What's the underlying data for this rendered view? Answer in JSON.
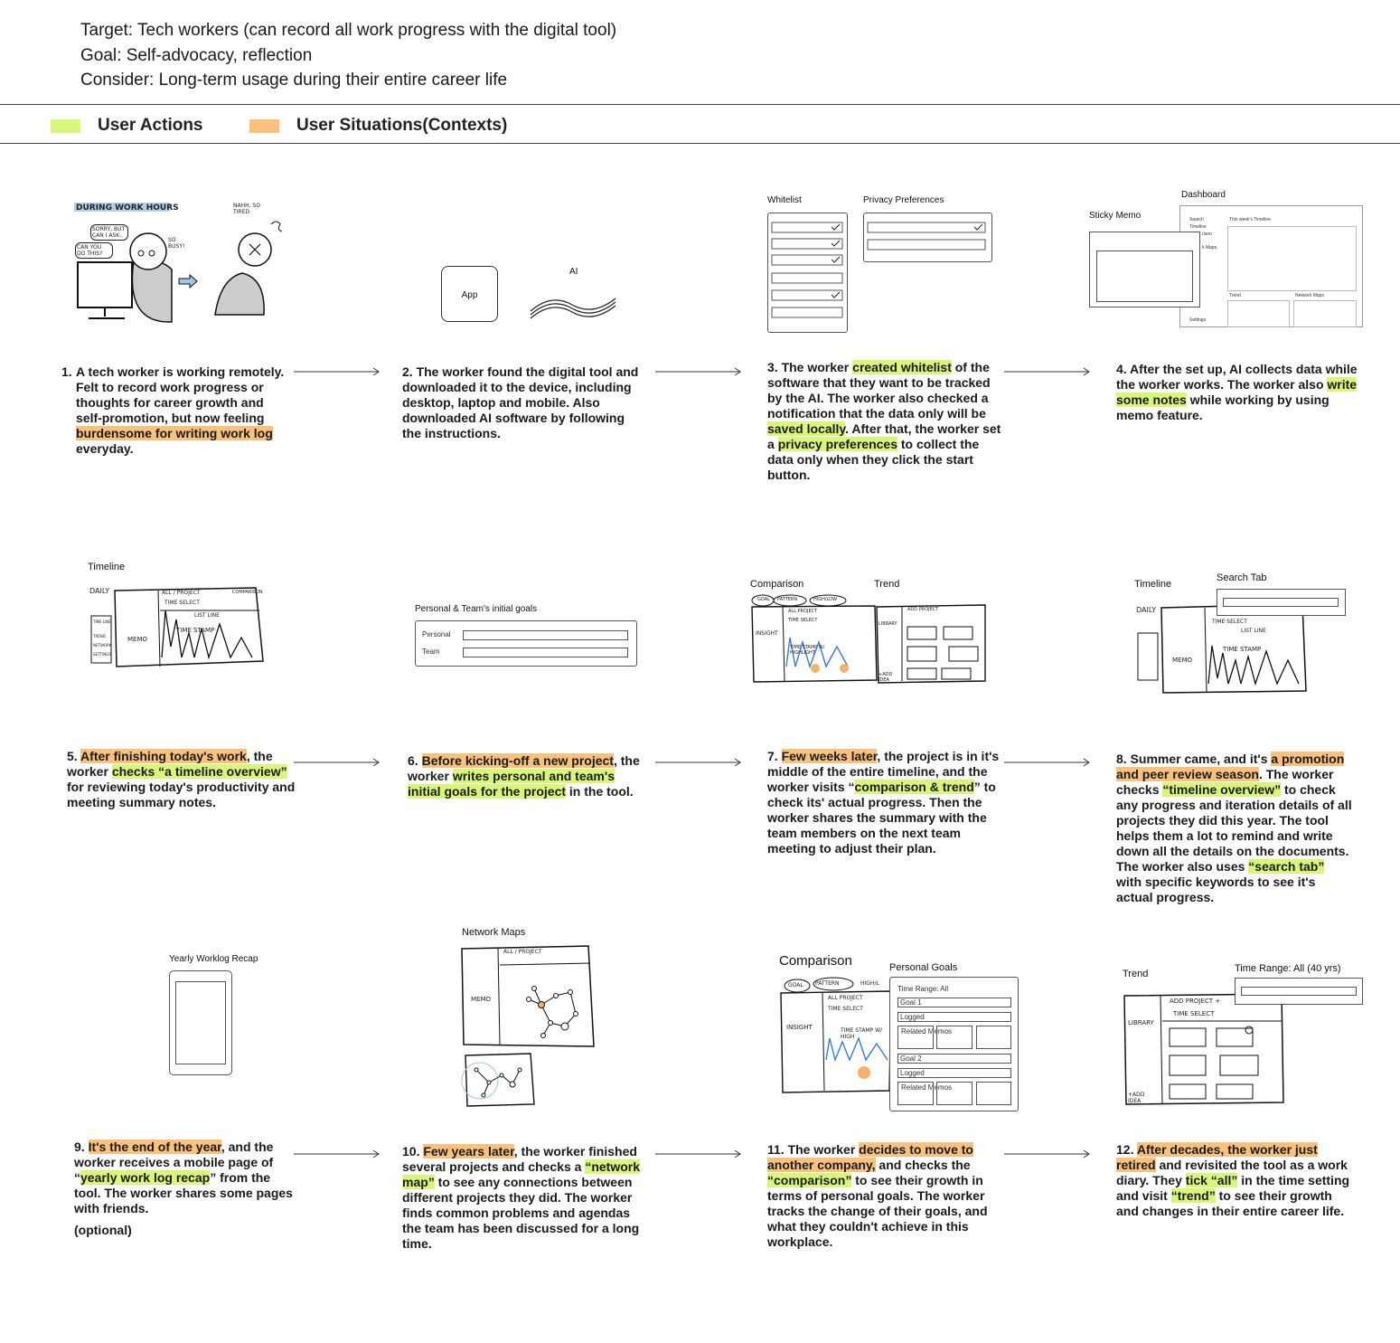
{
  "header": {
    "target": "Target: Tech workers (can record all work progress with the digital tool)",
    "goal": "Goal: Self-advocacy, reflection",
    "consider": "Consider: Long-term usage during their entire career life"
  },
  "legend": {
    "actions_label": "User Actions",
    "actions_color": "#d8f77a",
    "situations_label": "User Situations(Contexts)",
    "situations_color": "#f9c17c"
  },
  "sketch1": {
    "during": "DURING  WORK HOURS",
    "bubble1": "SORRY, BUT CAN I ASK..",
    "bubble2": "CAN YOU DO THIS?",
    "busy": "SO BUSY!",
    "tired": "NAHH, SO TIRED"
  },
  "sketch2": {
    "app": "App",
    "ai": "AI"
  },
  "sketch3": {
    "whitelist": "Whitelist",
    "privacy": "Privacy Preferences"
  },
  "sketch4": {
    "dashboard": "Dashboard",
    "sticky": "Sticky Memo",
    "search": "Search",
    "timeline": "Timeline",
    "comparison_short": "rison",
    "network_short": "k Maps",
    "settings": "Settings",
    "weeks_timeline": "This week's Timeline",
    "trend": "Trend",
    "network_maps": "Network Maps"
  },
  "sketch5": {
    "title": "Timeline",
    "daily": "DAILY",
    "all_project": "ALL / PROJECT",
    "comparison": "COMPARISON",
    "time_select": "TIME SELECT",
    "list_line": "LIST  LINE",
    "memo": "MEMO",
    "time_stamp": "TIME STAMP",
    "menu1": "TIME LINE",
    "menu2": "TREND",
    "menu3": "NETWORK",
    "menu4": "SETTINGS"
  },
  "sketch6": {
    "title": "Personal & Team's initial goals",
    "personal": "Personal",
    "team": "Team"
  },
  "sketch7": {
    "comparison": "Comparison",
    "trend": "Trend",
    "goal": "GOAL",
    "pattern": "PATTERN",
    "high_low": "HIGH/LOW",
    "insight": "INSIGHT",
    "all_project": "ALL PROJECT",
    "time_select": "TIME SELECT",
    "time_stamp": "TIME STAMP W/ HIGHLIGHT",
    "add_project": "ADD PROJECT",
    "library": "LIBRARY",
    "add_idea": "+ADD IDEA"
  },
  "sketch8": {
    "timeline": "Timeline",
    "search_tab": "Search Tab",
    "daily": "DAILY",
    "time_select": "TIME SELECT",
    "list_line": "LIST  LINE",
    "memo": "MEMO",
    "time_stamp": "TIME STAMP"
  },
  "sketch9": {
    "title": "Yearly Worklog Recap"
  },
  "sketch10": {
    "title": "Network Maps",
    "all_project": "ALL / PROJECT",
    "memo": "MEMO"
  },
  "sketch11": {
    "comparison": "Comparison",
    "personal_goals": "Personal Goals",
    "time_range": "Time Range: All",
    "goal1": "Goal 1",
    "logged1": "Logged",
    "related1": "Related Memos",
    "goal2": "Goal 2",
    "logged2": "Logged",
    "related2": "Related Memos",
    "goal": "GOAL",
    "pattern": "PATTERN",
    "high_low": "HIGH/L",
    "insight": "INSIGHT",
    "all_project": "ALL PROJECT",
    "time_select": "TIME SELECT",
    "time_stamp": "TIME STAMP W/ HIGH"
  },
  "sketch12": {
    "trend": "Trend",
    "time_range": "Time Range: All (40 yrs)",
    "add_project": "ADD PROJECT +",
    "time_select": "TIME SELECT",
    "library": "LIBRARY",
    "add_idea": "+ADD IDEA"
  },
  "steps": {
    "s1": {
      "num": "1.",
      "t1": "A tech worker is working remotely. Felt to record work progress or thoughts for career growth and self-promotion, but now feeling ",
      "h1": "burdensome for writing work log",
      "t2": " everyday."
    },
    "s2": {
      "t1": "2. The worker found the digital tool and downloaded it to the device, including desktop, laptop and mobile. Also downloaded AI software by following the instructions."
    },
    "s3": {
      "t1": "3. The worker ",
      "h1": "created whitelist",
      "t2": " of the software that they want to be tracked by the AI. The worker also checked a notification that the data only will be ",
      "h2": "saved locally",
      "t3": ". After that, the worker set a ",
      "h3": "privacy preferences",
      "t4": " to collect the data only when they click the start button."
    },
    "s4": {
      "t1": "4. After the set up, AI collects data while the worker works. The worker also ",
      "h1": "write some notes",
      "t2": " while working by using memo feature."
    },
    "s5": {
      "t1": "5. ",
      "h1": "After finishing today's work",
      "t2": ", the worker ",
      "h2": "checks “a timeline overview” ",
      "t3": " for reviewing today's productivity and meeting summary notes."
    },
    "s6": {
      "t1": "6. ",
      "h1": "Before kicking-off a new project",
      "t2": ", the worker ",
      "h2": "writes personal and team's  initial goals for the project",
      "t3": " in the tool."
    },
    "s7": {
      "t1": "7. ",
      "h1": "Few weeks later",
      "t2": ", the project is in it's middle of the entire timeline, and the worker visits “",
      "h2": "comparison & trend",
      "t3": "” to check its' actual progress. Then the worker shares the summary with the team members on the next team meeting to adjust their plan."
    },
    "s8": {
      "t1": "8. Summer came, and it's ",
      "h1": "a promotion and peer review season",
      "t2": ". The worker checks ",
      "h2": "“timeline overview”",
      "t3": " to check any progress and iteration details of all projects they did this year. The tool helps them a lot to remind and write down all the details on the documents. The worker also uses ",
      "h3": "“search tab”",
      "t4": " with specific keywords to see it's actual progress."
    },
    "s9": {
      "t1": "9. ",
      "h1": "It's the end of the year",
      "t2": ", and the worker receives a mobile page of “",
      "h2": "yearly work log recap",
      "t3": "” from the tool. The worker shares some pages with friends.",
      "optional": "(optional)"
    },
    "s10": {
      "t1": "10. ",
      "h1": "Few years later",
      "t2": ", the worker finished several projects and checks a ",
      "h2": "“network map”",
      "t3": " to see any connections between different projects they did. The worker finds common problems and agendas the team has been discussed for a long time."
    },
    "s11": {
      "t1": "11. The worker ",
      "h1": "decides to move to another company,",
      "t2": " and checks the ",
      "h2": "“comparison”",
      "t3": " to see their growth in terms of personal goals. The worker tracks the change of their goals, and what they couldn't achieve in this workplace."
    },
    "s12": {
      "t1": "12. ",
      "h1": "After decades, the worker just retired",
      "t2": " and revisited the tool as a work diary. They ",
      "h2": "tick “all”",
      "t3": " in the time setting and visit ",
      "h3": "“trend”",
      "t4": " to see their growth and changes in their entire career life."
    }
  }
}
